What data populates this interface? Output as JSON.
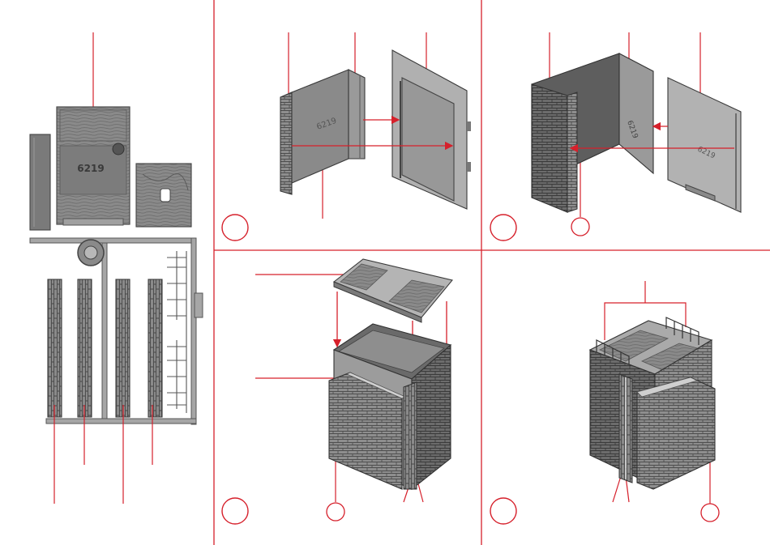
{
  "colors": {
    "accent": "#d6202b",
    "plastic_dark": "#6e6e6e",
    "plastic_mid": "#9a9a9a",
    "plastic_light": "#c4c4c4",
    "plastic_edge": "#4a4a4a",
    "background": "#ffffff"
  },
  "part_numbers": {
    "sprue_center": "6219",
    "step1_panel": "6219",
    "step2_panel_left": "6219",
    "step2_panel_right": "6219"
  },
  "steps": [
    {
      "label": ""
    },
    {
      "label": ""
    },
    {
      "label": ""
    },
    {
      "label": ""
    }
  ],
  "callouts": [
    {
      "label": ""
    },
    {
      "label": ""
    },
    {
      "label": ""
    },
    {
      "label": ""
    }
  ]
}
